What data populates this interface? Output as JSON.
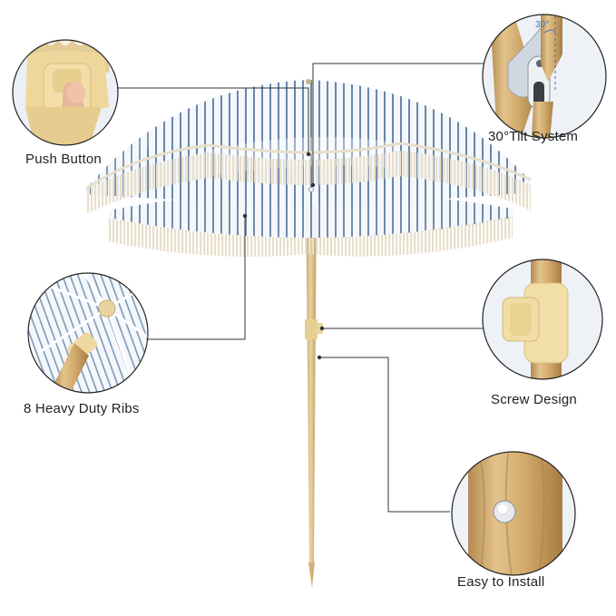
{
  "features": {
    "push_button": "Push Button",
    "ribs": "8 Heavy Duty Ribs",
    "tilt": "30°Tilt System",
    "screw": "Screw Design",
    "install": "Easy to Install",
    "tilt_angle": "30°"
  },
  "colors": {
    "canopy_white": "#f4f7fb",
    "stripe_blue": "#6a86a8",
    "fringe": "#ece4d2",
    "pole_wood": "#dcc08a",
    "plastic_yellow": "#f0d99a",
    "leader_line": "#333333",
    "tilt_accent": "#3a6fb0"
  }
}
